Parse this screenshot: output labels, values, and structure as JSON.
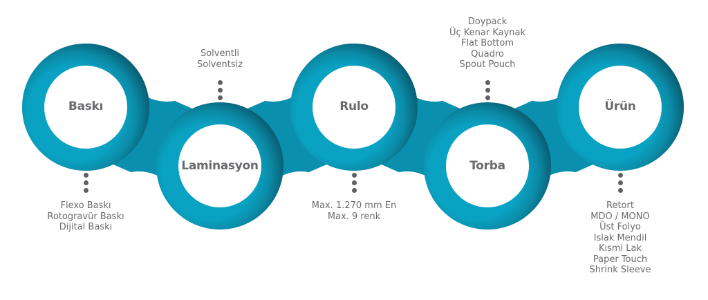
{
  "colors": {
    "ring_light": "#0a98b8",
    "ring_dark": "#0b5e72",
    "text": "#6b6b6f",
    "dots": "#5f6064"
  },
  "nodes": [
    {
      "id": "baski",
      "label": "Baskı",
      "info_position": "below",
      "info": [
        "Flexo Baskı",
        "Rotogravür Baskı",
        "Dijital Baskı"
      ]
    },
    {
      "id": "laminasyon",
      "label": "Laminasyon",
      "info_position": "above",
      "info": [
        "Solventli",
        "Solventsiz"
      ]
    },
    {
      "id": "rulo",
      "label": "Rulo",
      "info_position": "below",
      "info": [
        "Max. 1.270 mm En",
        "Max. 9 renk"
      ]
    },
    {
      "id": "torba",
      "label": "Torba",
      "info_position": "above",
      "info": [
        "Doypack",
        "Üç Kenar Kaynak",
        "Flat Bottom",
        "Quadro",
        "Spout Pouch"
      ]
    },
    {
      "id": "urun",
      "label": "Ürün",
      "info_position": "below",
      "info": [
        "Retort",
        "MDO / MONO",
        "Üst Folyo",
        "Islak Mendil",
        "Kısmi Lak",
        "Paper Touch",
        "Shrink Sleeve"
      ]
    }
  ]
}
